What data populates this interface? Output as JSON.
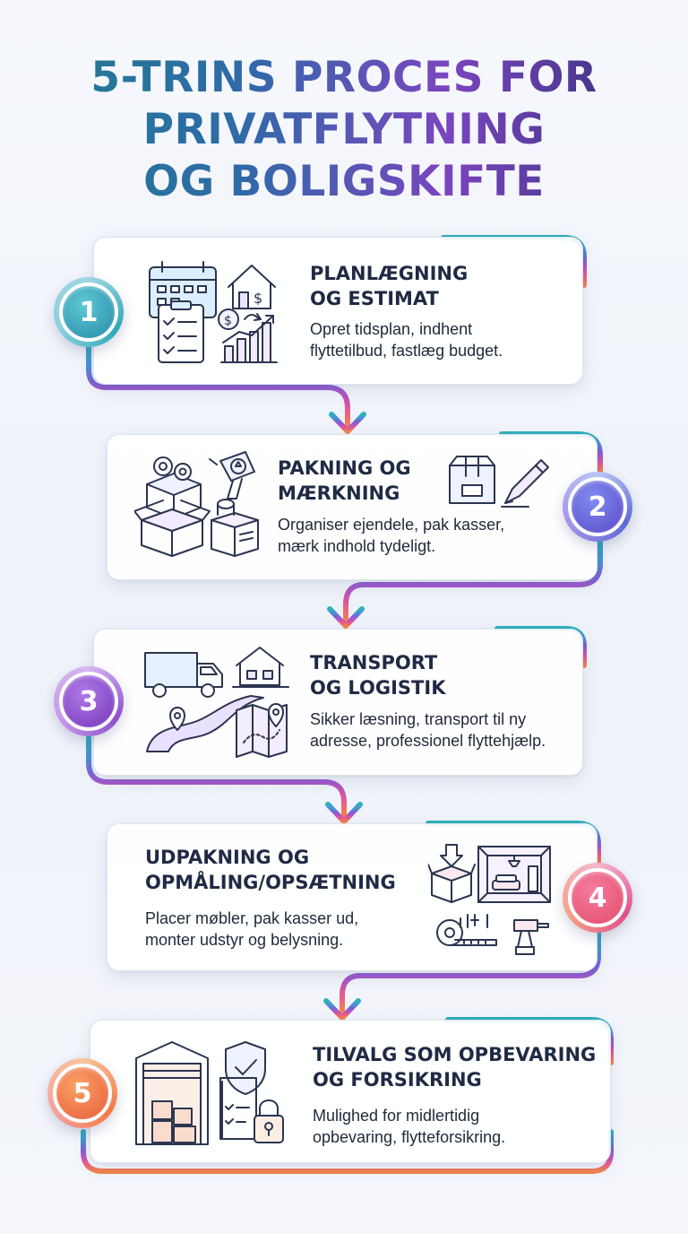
{
  "title_lines": [
    "5-TRINS PROCES FOR",
    "PRIVATFLYTNING",
    "OG BOLIGSKIFTE"
  ],
  "colors": {
    "step1": "#2fa9b8",
    "step2": "#6a5ed9",
    "step3": "#8e4fd0",
    "step4": "#e0508a",
    "step5": "#f07b45",
    "icon_stroke": "#2b3550",
    "text": "#1f2a44"
  },
  "steps": [
    {
      "number": "1",
      "title": [
        "PLANLÆGNING",
        "OG ESTIMAT"
      ],
      "description": [
        "Opret tidsplan, indhent",
        "flyttetilbud, fastlæg budget."
      ],
      "icons": [
        "calendar-icon",
        "house-dollar-icon",
        "checklist-icon",
        "coins-icon",
        "growth-chart-icon"
      ]
    },
    {
      "number": "2",
      "title": [
        "PAKNING OG",
        "MÆRKNING"
      ],
      "description": [
        "Organiser ejendele, pak kasser,",
        "mærk indhold tydeligt."
      ],
      "icons": [
        "stacked-boxes-icon",
        "tape-gun-icon",
        "labeled-box-icon",
        "marker-pen-icon"
      ]
    },
    {
      "number": "3",
      "title": [
        "TRANSPORT",
        "OG LOGISTIK"
      ],
      "description": [
        "Sikker læsning, transport til ny",
        "adresse, professionel flyttehjælp."
      ],
      "icons": [
        "truck-icon",
        "house-icon",
        "road-pin-icon",
        "map-icon"
      ]
    },
    {
      "number": "4",
      "title": [
        "UDPAKNING OG",
        "OPMÅLING/OPSÆTNING"
      ],
      "description": [
        "Placer møbler, pak kasser ud,",
        "monter udstyr og belysning."
      ],
      "icons": [
        "unpack-box-icon",
        "furnished-room-icon",
        "tape-measure-icon",
        "drill-icon"
      ]
    },
    {
      "number": "5",
      "title": [
        "TILVALG SOM OPBEVARING",
        "OG FORSIKRING"
      ],
      "description": [
        "Mulighed for midlertidig",
        "opbevaring, flytteforsikring."
      ],
      "icons": [
        "storage-unit-icon",
        "shield-check-icon",
        "padlock-icon"
      ]
    }
  ]
}
